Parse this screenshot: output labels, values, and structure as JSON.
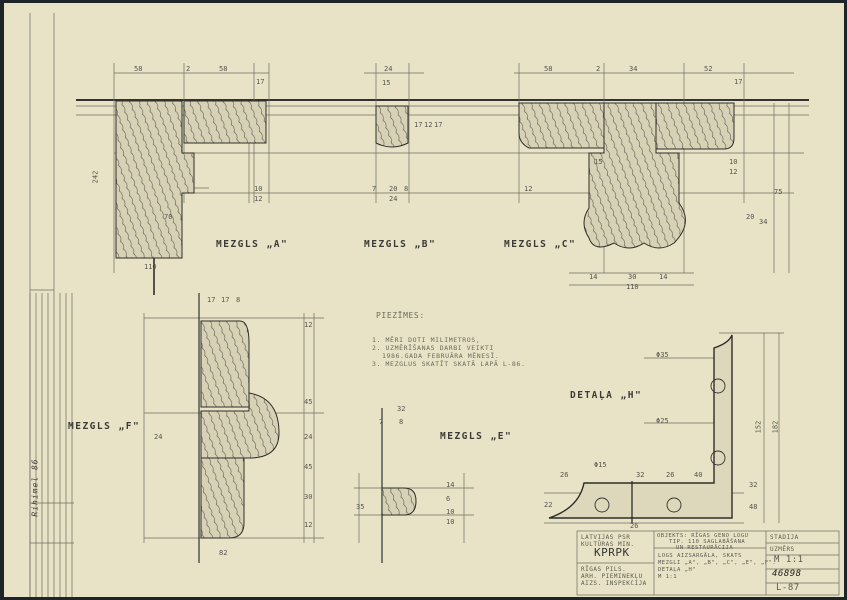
{
  "labels": {
    "node_a": "MEZGLS „A\"",
    "node_b": "MEZGLS „B\"",
    "node_c": "MEZGLS „C\"",
    "node_f": "MEZGLS „F\"",
    "node_e": "MEZGLS „E\"",
    "detail_h": "DETAĻA „H\""
  },
  "notes": {
    "title": "PIEZĪMES:",
    "lines": [
      "1. MĒRI DOTI MILIMETROS,",
      "2. UZMĒRĪŠANAS DARBI VEIKTI",
      "1986.GADA FEBRUĀRA MĒNESĪ.",
      "3. MEZGLUS SKATĪT SKATĀ LAPĀ L-86."
    ]
  },
  "title_block": {
    "org_line1": "LATVIJAS PSR",
    "org_line2": "KULTŪRAS MIN.",
    "org_code": "KPRPK",
    "dept_line1": "RĪGAS PILS.",
    "dept_line2": "ARH. PIEMINEKĻU",
    "dept_line3": "AIZS. INSPEKCIJA",
    "object_line1": "OBJEKTS: RĪGAS GENO LOGU",
    "object_line2": "TIP. 110 SAGLABĀŠANA",
    "object_line3": "UN RESTAURĀCIJA",
    "sheet_line1": "LOGS AIZSARGĀLA, SKATS",
    "sheet_line2": "MEZGLI „A\", „B\", „C\", „E\", „F\".",
    "sheet_line3": "DETAĻA „H\"",
    "sheet_line4": "M 1:1",
    "stage_label": "STADIJA",
    "scale_label": "UZMĒRS",
    "scale": "M 1:1",
    "number": "46898",
    "sheet_no": "L-87"
  },
  "dimensions": {
    "a": [
      "58",
      "2",
      "58",
      "17",
      "242",
      "70",
      "110",
      "10",
      "12"
    ],
    "b": [
      "24",
      "15",
      "17",
      "12",
      "17",
      "7",
      "20",
      "24",
      "8"
    ],
    "c": [
      "58",
      "2",
      "34",
      "52",
      "17",
      "15",
      "10",
      "12",
      "20",
      "34",
      "75",
      "14",
      "30",
      "14",
      "110",
      "12"
    ],
    "f": [
      "17",
      "17",
      "8",
      "12",
      "45",
      "24",
      "24",
      "45",
      "30",
      "12",
      "82"
    ],
    "e": [
      "32",
      "7",
      "8",
      "14",
      "6",
      "35",
      "10",
      "10"
    ],
    "h": [
      "Φ35",
      "Φ25",
      "Φ15",
      "26",
      "32",
      "26",
      "40",
      "26",
      "152",
      "182",
      "32",
      "48",
      "22"
    ]
  },
  "margin_stamp": "Rihimel 86"
}
